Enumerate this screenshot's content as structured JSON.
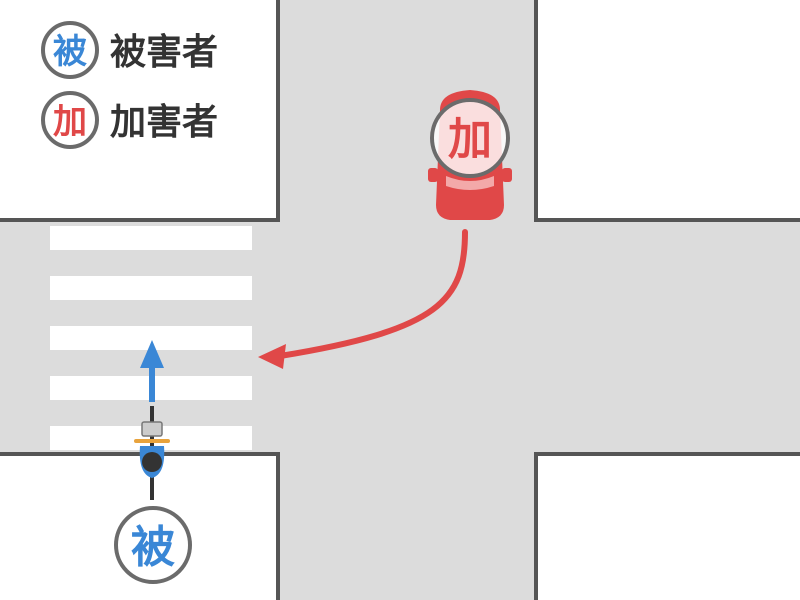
{
  "legend": {
    "victim": {
      "symbol": "被",
      "label": "被害者"
    },
    "perpetrator": {
      "symbol": "加",
      "label": "加害者"
    }
  },
  "victim_marker": {
    "symbol": "被"
  },
  "perpetrator_marker": {
    "symbol": "加"
  },
  "colors": {
    "road": "#dcdcdc",
    "curb": "#555555",
    "block": "#ffffff",
    "crosswalk_stripe": "#ffffff",
    "victim_blue": "#3a87d6",
    "perpetrator_red": "#e04848",
    "badge_ring": "#6b6b6b",
    "legend_text": "#333333"
  }
}
